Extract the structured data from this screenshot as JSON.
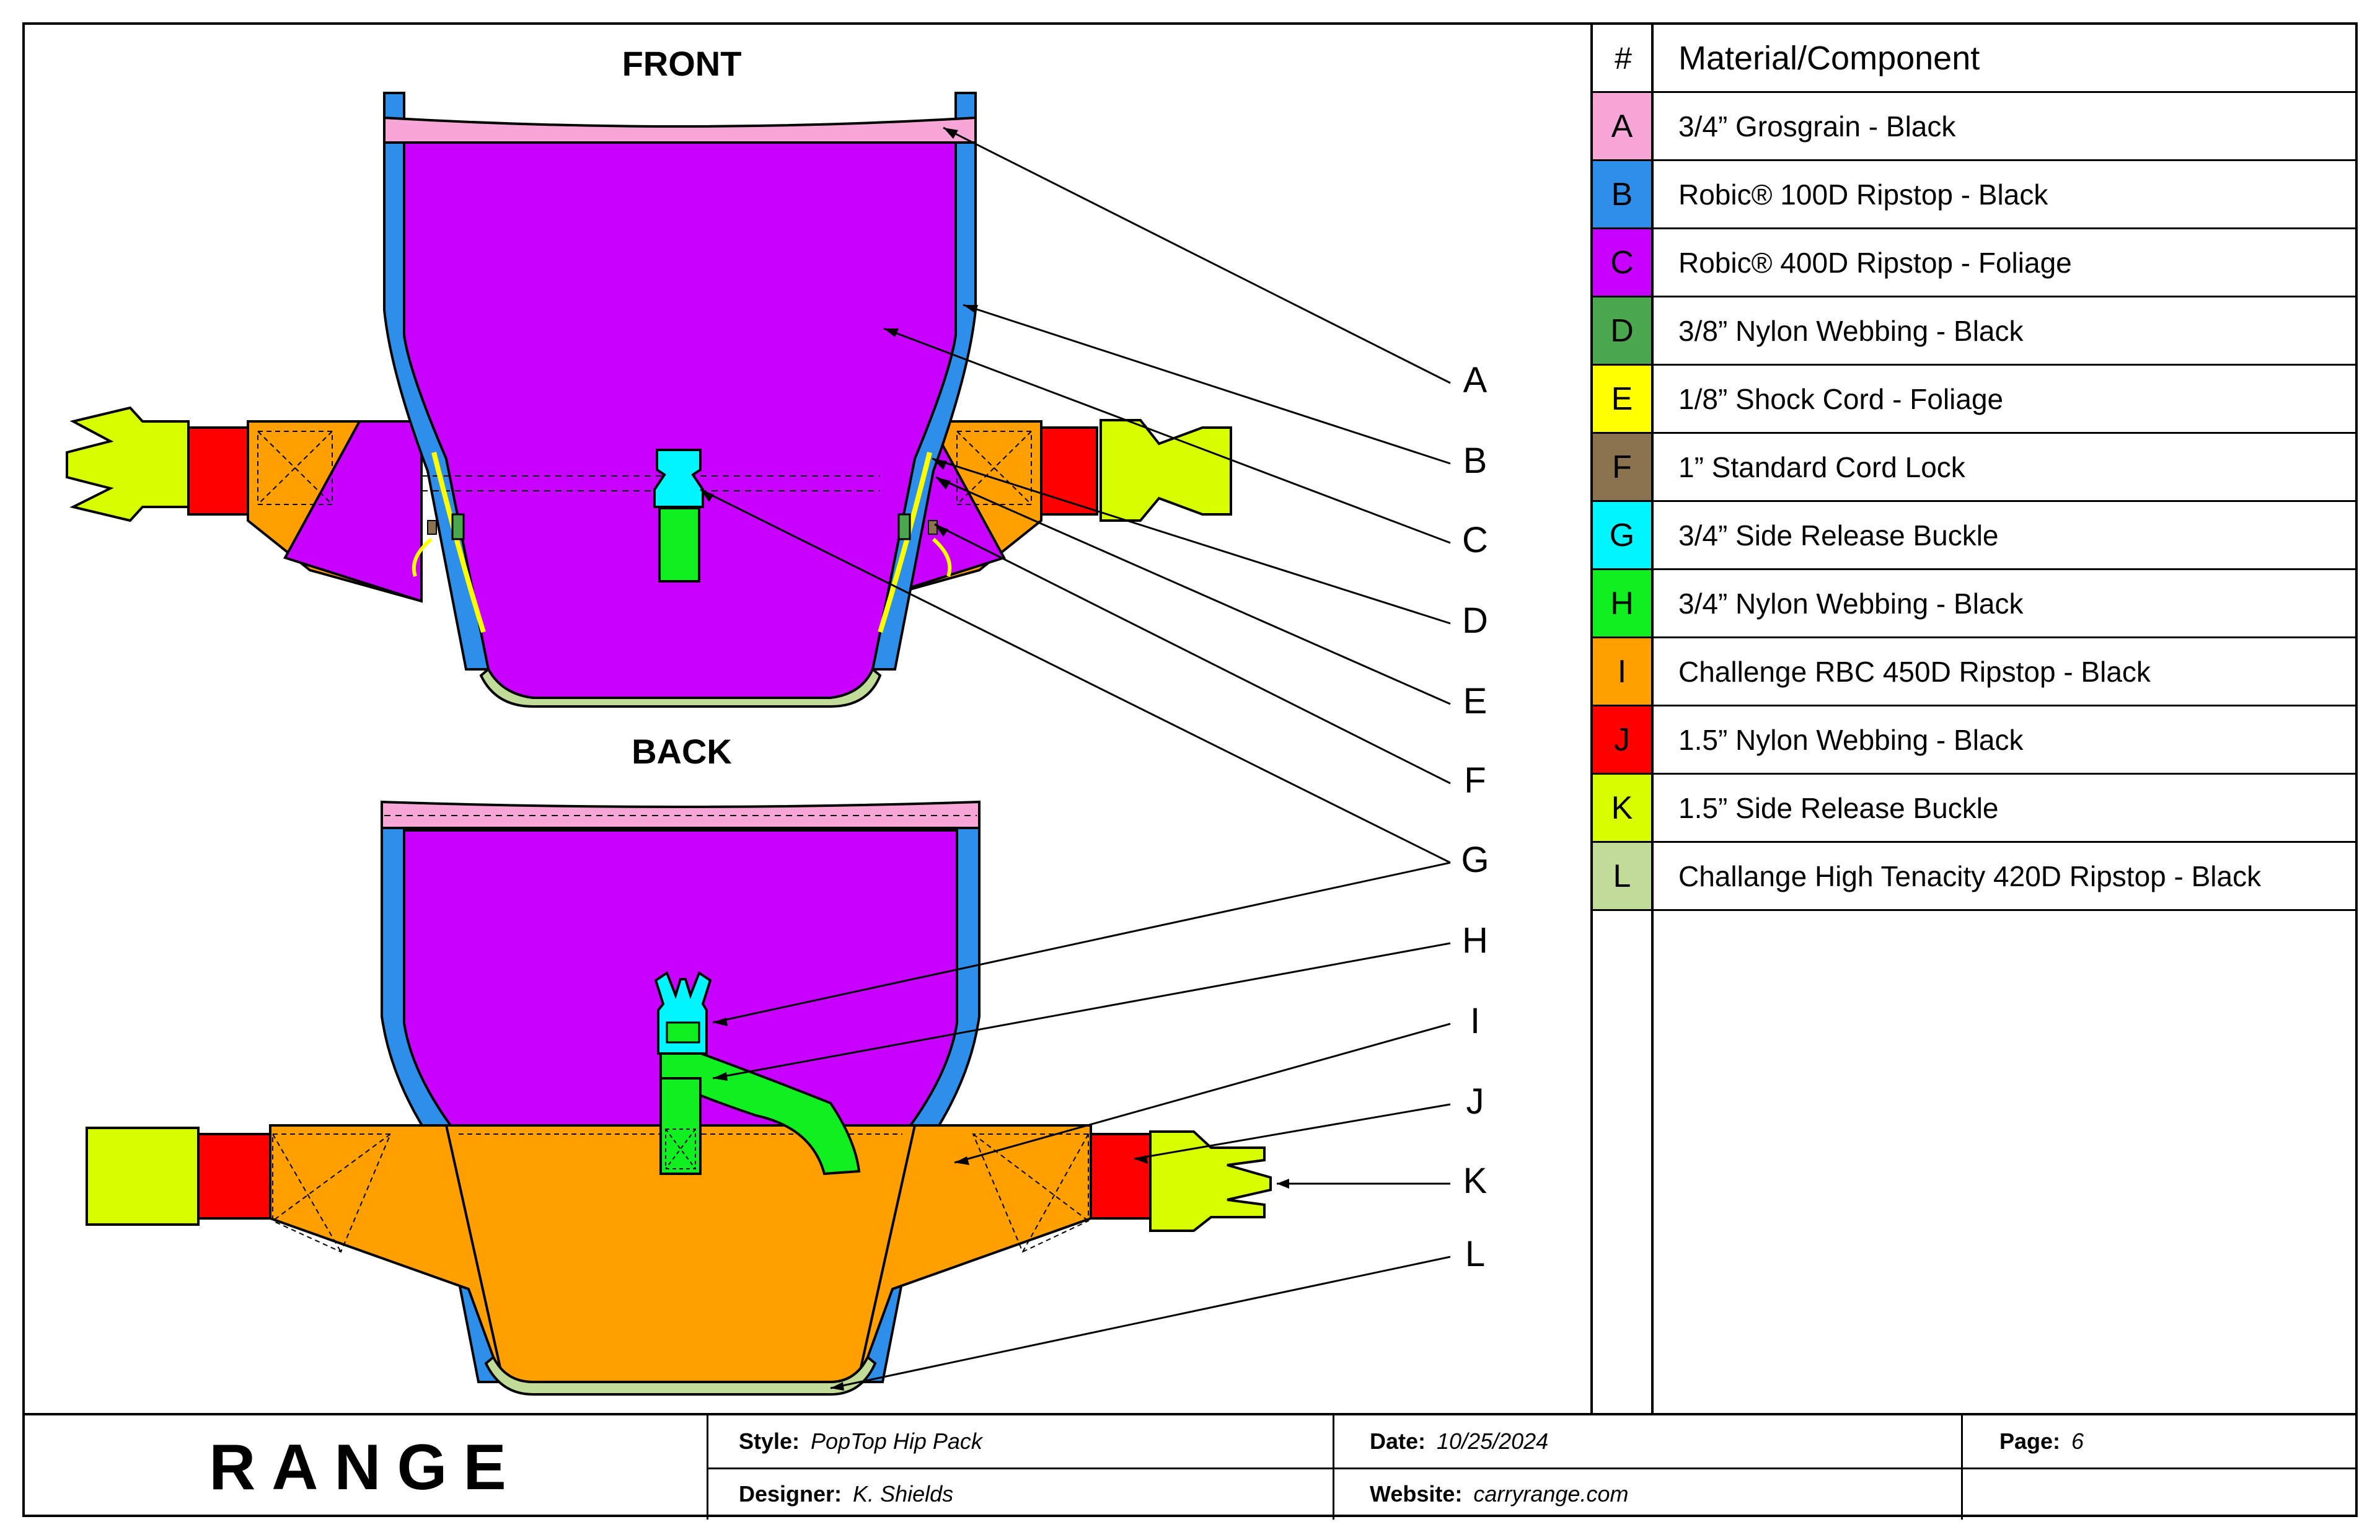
{
  "views": {
    "front_title": "FRONT",
    "back_title": "BACK"
  },
  "callouts": [
    "A",
    "B",
    "C",
    "D",
    "E",
    "F",
    "G",
    "H",
    "I",
    "J",
    "K",
    "L"
  ],
  "bom": {
    "header_num": "#",
    "header_material": "Material/Component",
    "rows": [
      {
        "letter": "A",
        "text": "3/4” Grosgrain - Black",
        "color": "#F8A5D8"
      },
      {
        "letter": "B",
        "text": "Robic® 100D Ripstop - Black",
        "color": "#2D8FEA"
      },
      {
        "letter": "C",
        "text": "Robic® 400D Ripstop - Foliage",
        "color": "#C800FF"
      },
      {
        "letter": "D",
        "text": "3/8” Nylon Webbing - Black",
        "color": "#4CA84F"
      },
      {
        "letter": "E",
        "text": "1/8” Shock Cord - Foliage",
        "color": "#FFFF00"
      },
      {
        "letter": "F",
        "text": "1” Standard Cord Lock",
        "color": "#8B7350"
      },
      {
        "letter": "G",
        "text": "3/4” Side Release Buckle",
        "color": "#00F5FF"
      },
      {
        "letter": "H",
        "text": "3/4” Nylon Webbing - Black",
        "color": "#10F020"
      },
      {
        "letter": "I",
        "text": "Challenge RBC 450D Ripstop - Black",
        "color": "#FFA000"
      },
      {
        "letter": "J",
        "text": "1.5” Nylon Webbing - Black",
        "color": "#FF0000"
      },
      {
        "letter": "K",
        "text": "1.5” Side Release Buckle",
        "color": "#D8FF00"
      },
      {
        "letter": "L",
        "text": "Challange High Tenacity 420D Ripstop - Black",
        "color": "#C0DC98"
      }
    ]
  },
  "title_block": {
    "logo": "RANGE",
    "style_label": "Style:",
    "style_value": "PopTop Hip Pack",
    "designer_label": "Designer:",
    "designer_value": "K. Shields",
    "date_label": "Date:",
    "date_value": "10/25/2024",
    "website_label": "Website:",
    "website_value": "carryrange.com",
    "page_label": "Page:",
    "page_value": "6"
  },
  "colors": {
    "grosgrain": "#F8A5D8",
    "ripstop_100d": "#2D8FEA",
    "ripstop_400d": "#C800FF",
    "webbing_38": "#4CA84F",
    "shock_cord": "#FFFF00",
    "cord_lock": "#8B7350",
    "buckle_34": "#00F5FF",
    "webbing_34": "#10F020",
    "rbc_450d": "#FFA000",
    "webbing_15": "#FF0000",
    "buckle_15": "#D8FF00",
    "ht_420d": "#C0DC98"
  }
}
